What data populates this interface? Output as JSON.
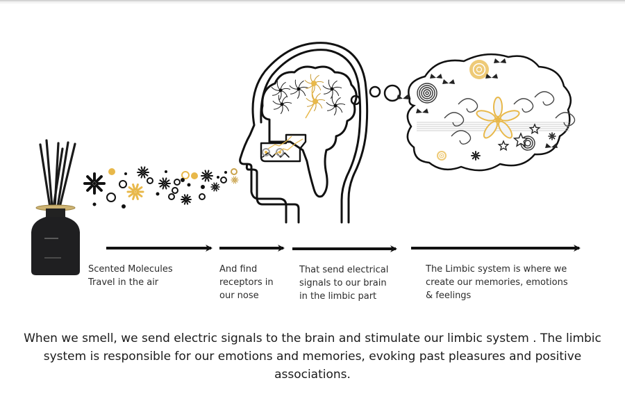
{
  "diagram": {
    "title": "How scent reaches the limbic system",
    "colors": {
      "ink": "#111111",
      "gold": "#e8b84a",
      "gold_dark": "#c9a24a",
      "bottle": "#1d1d1f",
      "cap": "#c8ad6e",
      "background": "#ffffff"
    },
    "stages": [
      {
        "id": "diffuser",
        "label": "Reed diffuser bottle",
        "icon": "reed-diffuser-icon"
      },
      {
        "id": "molecules",
        "label": "Scent molecule particles",
        "icon": "particles-icon"
      },
      {
        "id": "head",
        "label": "Head profile with brain and olfactory receptors",
        "icon": "head-brain-icon"
      },
      {
        "id": "thought",
        "label": "Thought cloud of memories and emotions",
        "icon": "thought-cloud-icon"
      }
    ],
    "steps": [
      {
        "text": "Scented Molecules\nTravel in the air"
      },
      {
        "text": "And find\nreceptors in\nour nose"
      },
      {
        "text": "That send electrical\nsignals to our brain\nin the limbic part"
      },
      {
        "text": "The Limbic system is where we\ncreate our memories, emotions\n& feelings"
      }
    ],
    "summary": "When we smell, we send electric signals to the brain and stimulate our limbic system . The limbic system is responsible for our emotions and memories, evoking past pleasures and positive associations."
  }
}
